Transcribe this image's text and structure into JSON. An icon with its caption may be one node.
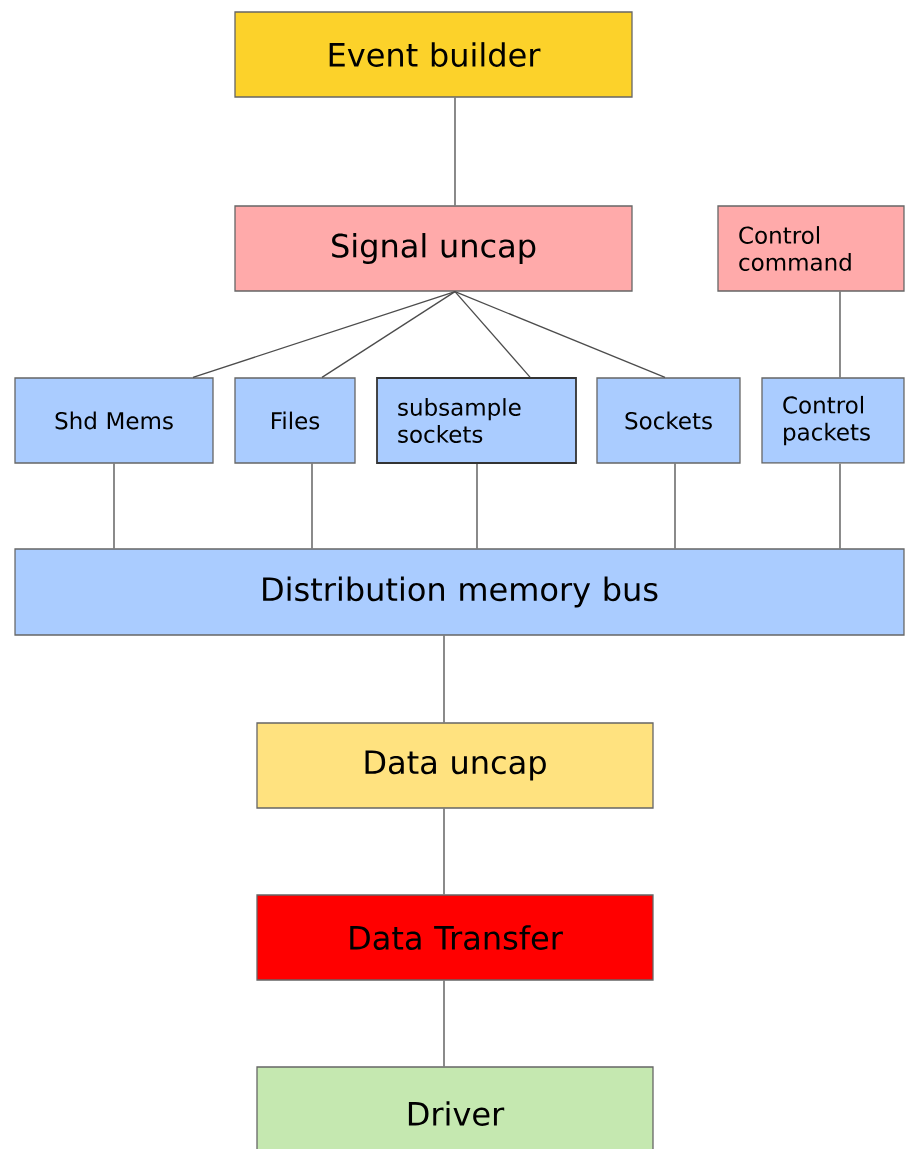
{
  "diagram": {
    "nodes": [
      {
        "text": [
          "Event builder"
        ]
      },
      {
        "text": [
          "Signal uncap"
        ]
      },
      {
        "text": [
          "Control command"
        ]
      },
      {
        "text": [
          "Shd Mems"
        ]
      },
      {
        "text": [
          "Files"
        ]
      },
      {
        "text": [
          "subsample sockets"
        ]
      },
      {
        "text": [
          "Sockets"
        ]
      },
      {
        "text": [
          "Control packets"
        ]
      },
      {
        "text": [
          "Distribution memory bus"
        ]
      },
      {
        "text": [
          "Data uncap"
        ]
      },
      {
        "text": [
          "Data Transfer"
        ]
      },
      {
        "text": [
          "Driver"
        ]
      }
    ],
    "edges": [
      {
        "from": 0,
        "to": 1,
        "arrow": "none"
      },
      {
        "from": 1,
        "to": 3,
        "arrow": "none"
      },
      {
        "from": 1,
        "to": 4,
        "arrow": "none"
      },
      {
        "from": 1,
        "to": 5,
        "arrow": "none"
      },
      {
        "from": 1,
        "to": 6,
        "arrow": "none"
      },
      {
        "from": 2,
        "to": 7,
        "arrow": "none"
      },
      {
        "from": 3,
        "to": 8,
        "arrow": "none"
      },
      {
        "from": 4,
        "to": 8,
        "arrow": "none"
      },
      {
        "from": 5,
        "to": 8,
        "arrow": "none"
      },
      {
        "from": 6,
        "to": 8,
        "arrow": "none"
      },
      {
        "from": 7,
        "to": 8,
        "arrow": "none"
      },
      {
        "from": 8,
        "to": 9,
        "arrow": "none"
      },
      {
        "from": 9,
        "to": 10,
        "arrow": "none"
      },
      {
        "from": 10,
        "to": 11,
        "arrow": "none"
      }
    ]
  }
}
